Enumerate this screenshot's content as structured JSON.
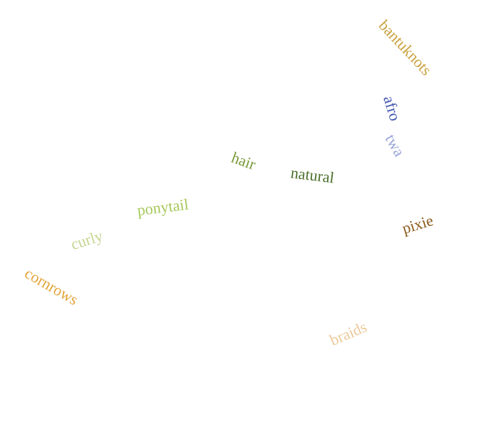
{
  "words": [
    {
      "text": "bantuknots",
      "color": "#c9a23e"
    },
    {
      "text": "afro",
      "color": "#4458b0"
    },
    {
      "text": "twa",
      "color": "#9aa6da"
    },
    {
      "text": "hair",
      "color": "#7a9a3a"
    },
    {
      "text": "natural",
      "color": "#4a6f2a"
    },
    {
      "text": "ponytail",
      "color": "#a6c85c"
    },
    {
      "text": "pixie",
      "color": "#8a5a1c"
    },
    {
      "text": "curly",
      "color": "#c4d692"
    },
    {
      "text": "cornrows",
      "color": "#e3a53a"
    },
    {
      "text": "braids",
      "color": "#ecc998"
    }
  ]
}
